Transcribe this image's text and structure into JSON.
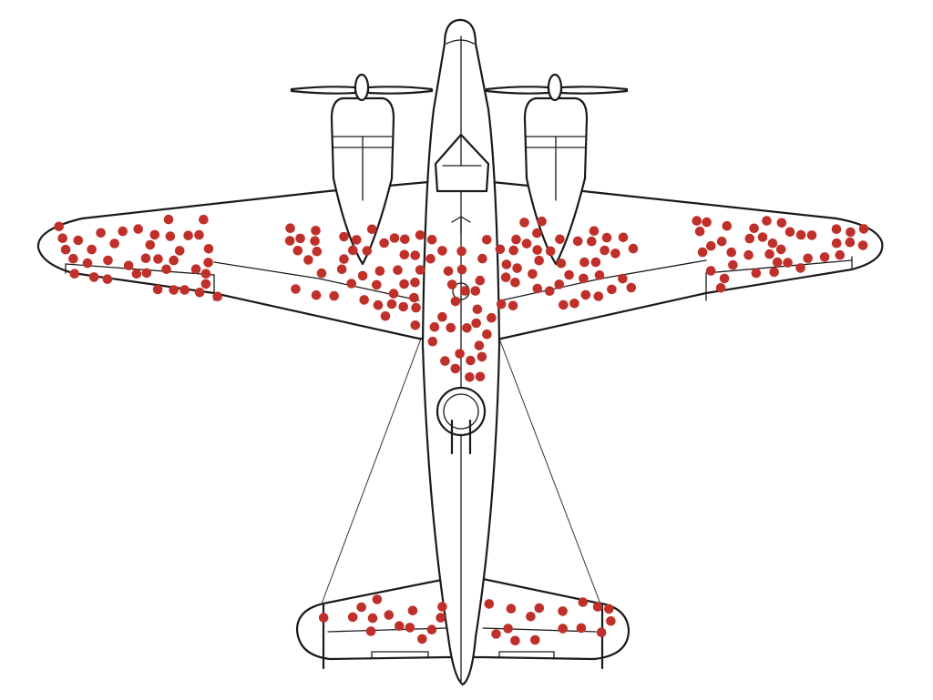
{
  "colors": {
    "background": "#ffffff",
    "line": "#1a1a1a",
    "damage_marker": "#c0302a"
  },
  "icons": {
    "aircraft": "twin-engine-bomber-top-view-icon",
    "hit_marker": "red-dot"
  },
  "damage_regions": [
    {
      "name": "left-wing-tip",
      "hits": 40
    },
    {
      "name": "left-wing-inner",
      "hits": 42
    },
    {
      "name": "fuselage-center",
      "hits": 30
    },
    {
      "name": "right-wing-inner",
      "hits": 42
    },
    {
      "name": "right-wing-tip",
      "hits": 38
    },
    {
      "name": "left-tailplane",
      "hits": 14
    },
    {
      "name": "right-tailplane",
      "hits": 16
    }
  ]
}
